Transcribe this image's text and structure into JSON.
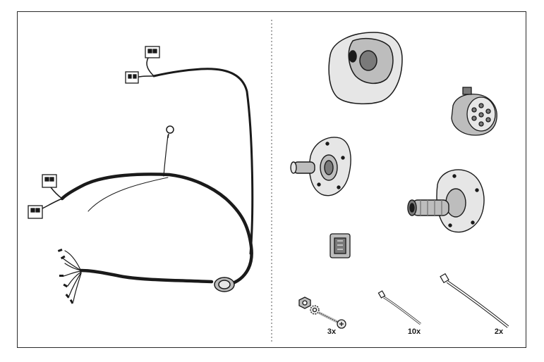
{
  "parts": {
    "bolt_quantity": "3x",
    "small_tie_quantity": "10x",
    "large_tie_quantity": "2x"
  },
  "colors": {
    "line": "#1a1a1a",
    "shade_light": "#e6e6e6",
    "shade_mid": "#bdbdbd",
    "shade_dark": "#7a7a7a"
  }
}
